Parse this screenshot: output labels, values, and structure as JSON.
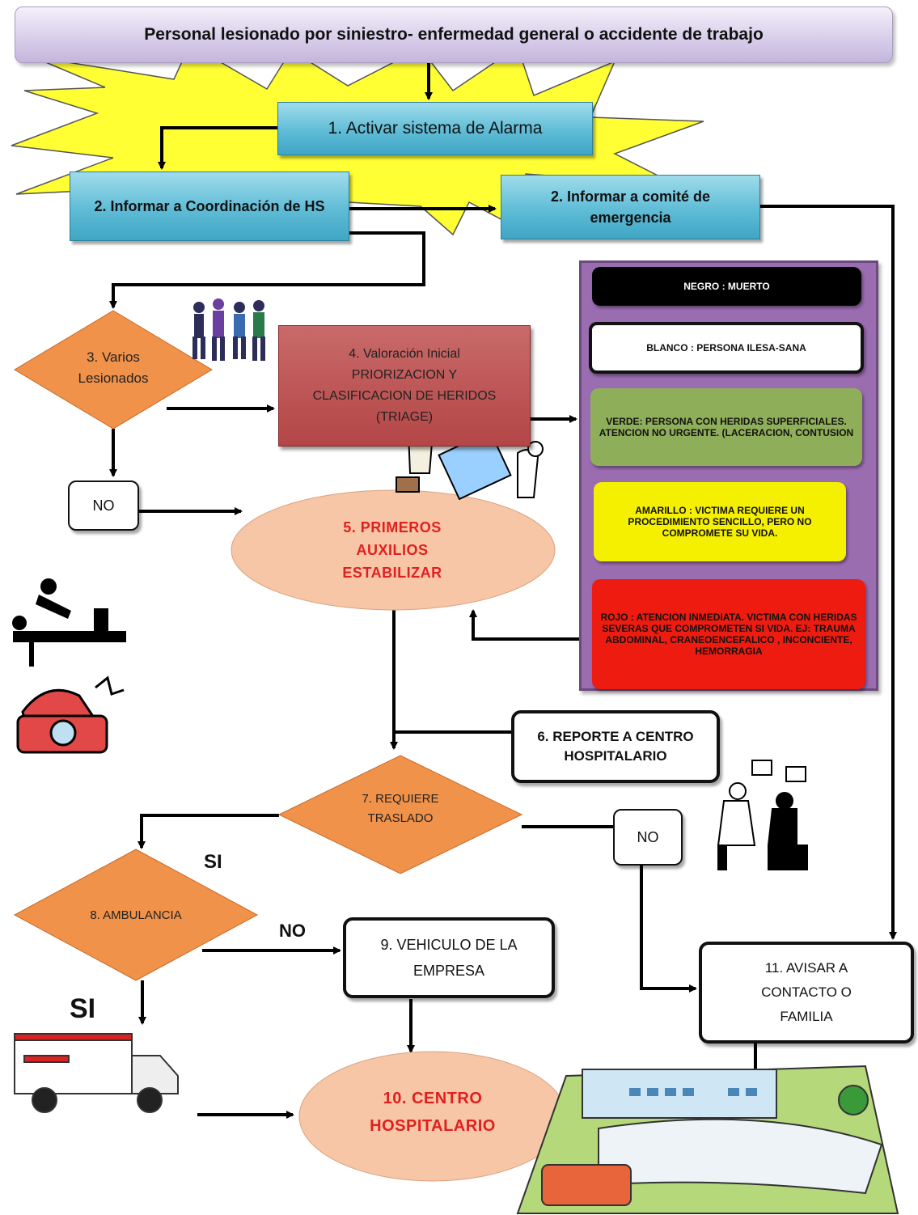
{
  "title": "Personal  lesionado  por siniestro-  enfermedad general o accidente de trabajo",
  "steps": {
    "s1": "1. Activar sistema de Alarma",
    "s2a": "2. Informar  a Coordinación  de HS",
    "s2b": "2. Informar  a comité de emergencia",
    "s3": "3. Varios Lesionados",
    "s4_l1": "4. Valoración Inicial",
    "s4_l2": "PRIORIZACION Y",
    "s4_l3": "CLASIFICACION DE HERIDOS",
    "s4_l4": "(TRIAGE)",
    "s5_l1": "5. PRIMEROS",
    "s5_l2": "AUXILIOS",
    "s5_l3": "ESTABILIZAR",
    "s6": "6. REPORTE A  CENTRO HOSPITALARIO",
    "s7_l1": "7. REQUIERE",
    "s7_l2": "TRASLADO",
    "s8": "8. AMBULANCIA",
    "s9": "9. VEHICULO DE LA EMPRESA",
    "s10_l1": "10. CENTRO",
    "s10_l2": "HOSPITALARIO",
    "s11": "11. AVISAR A CONTACTO O FAMILIA"
  },
  "labels": {
    "no_1": "NO",
    "no_2": "NO",
    "no_3": "NO",
    "si_1": "SI",
    "si_2": "SI"
  },
  "triage_legend": {
    "negro": "NEGRO : MUERTO",
    "blanco": "BLANCO :  PERSONA  ILESA-SANA",
    "verde": "VERDE: PERSONA CON HERIDAS SUPERFICIALES. ATENCION NO URGENTE. (LACERACION, CONTUSION",
    "amarillo": "AMARILLO :  VICTIMA REQUIERE UN PROCEDIMIENTO  SENCILLO,  PERO NO COMPROMETE SU VIDA.",
    "rojo": "ROJO : ATENCION INMEDIATA. VICTIMA CON HERIDAS SEVERAS QUE COMPROMETEN SI VIDA.  EJ: TRAUMA ABDOMINAL, CRANEOENCEFALICO ,  INCONCIENTE, HEMORRAGIA"
  },
  "colors": {
    "process_fill": "#5fbcd6",
    "decision_fill": "#f0924a",
    "oval_fill": "#f7c6a6",
    "triage_fill": "#b44646",
    "legend_panel": "#9a6cb0",
    "verde": "#8fae5a",
    "amarillo": "#f5f000",
    "rojo": "#ee1c10",
    "negro": "#000000"
  },
  "clipart": [
    "crowd-icon",
    "doctors-clipboard-icon",
    "cpr-icon",
    "telephone-icon",
    "doctor-patient-icon",
    "ambulance-icon",
    "hospital-icon"
  ]
}
